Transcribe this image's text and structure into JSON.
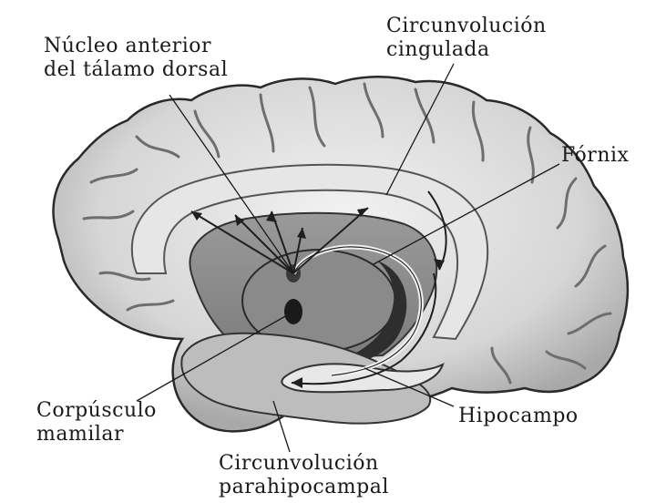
{
  "labels": {
    "nucleo_line1": "Núcleo anterior",
    "nucleo_line2": "del tálamo dorsal",
    "cingulada_line1": "Circunvolución",
    "cingulada_line2": "cingulada",
    "fornix": "Fórnix",
    "corpusculo_line1": "Corpúsculo",
    "corpusculo_line2": "mamilar",
    "hipocampo": "Hipocampo",
    "parahipo_line1": "Circunvolución",
    "parahipo_line2": "parahipocampal"
  },
  "colors": {
    "brain_fill": "#d9d9d9",
    "gyrus_highlight": "#eeeeee",
    "sulcus_shadow": "#8c8c8c",
    "thalamus_fill": "#7a7a7a",
    "ventricle_dark": "#3a3a3a",
    "outline": "#2a2a2a",
    "leader_line": "#1a1a1a"
  }
}
